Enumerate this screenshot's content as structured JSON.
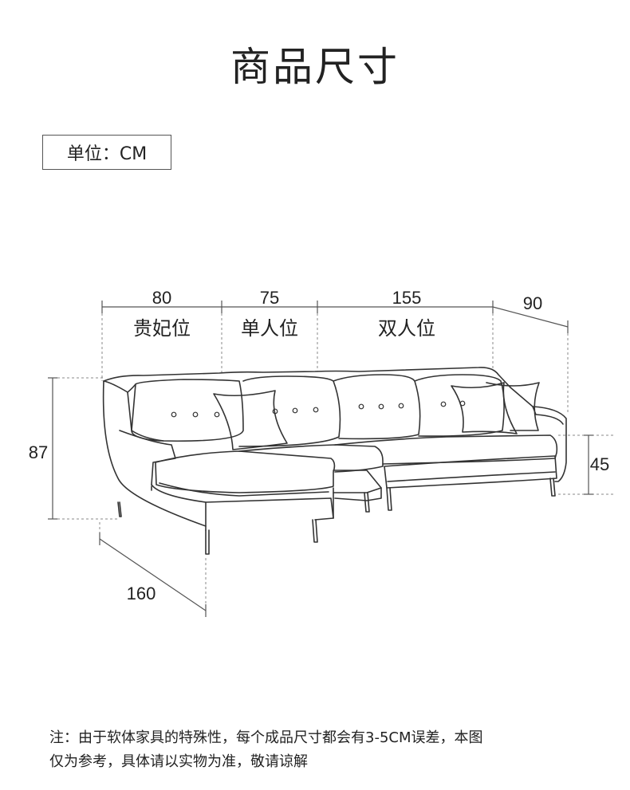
{
  "title": "商品尺寸",
  "unit_label": "单位：CM",
  "dimensions": {
    "seat_concubine": {
      "value": "80",
      "label": "贵妃位"
    },
    "seat_single": {
      "value": "75",
      "label": "单人位"
    },
    "seat_double": {
      "value": "155",
      "label": "双人位"
    },
    "depth": "90",
    "height": "87",
    "seat_height": "45",
    "chaise_length": "160"
  },
  "note": {
    "line1": "注：由于软体家具的特殊性，每个成品尺寸都会有3-5CM误差，本图",
    "line2": "仅为参考，具体请以实物为准，敬请谅解"
  }
}
